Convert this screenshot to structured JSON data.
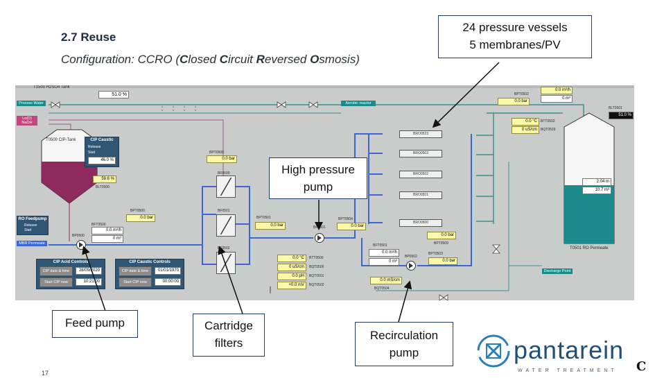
{
  "slide": {
    "title": "2.7 Reuse",
    "subtitle_pre": "Configuration: CCRO (",
    "subtitle_c1": "C",
    "subtitle_w1": "losed ",
    "subtitle_c2": "C",
    "subtitle_w2": "ircuit ",
    "subtitle_r": "R",
    "subtitle_w3": "eversed ",
    "subtitle_o": "O",
    "subtitle_w4": "smosis)",
    "page_number": "17"
  },
  "callouts": {
    "pressure_vessels_line1": "24 pressure vessels",
    "pressure_vessels_line2": "5 membranes/PV",
    "high_pressure_line1": "High pressure",
    "high_pressure_line2": "pump",
    "feed_pump": "Feed pump",
    "cartridge_line1": "Cartridge",
    "cartridge_line2": "filters",
    "recirc_line1": "Recirculation",
    "recirc_line2": "pump"
  },
  "logo": {
    "name": "pantarein",
    "tagline": "WATER TREATMENT",
    "accent_color": "#2b7fb8"
  },
  "scada": {
    "top_tank_label": "T1500 H2SO4 Tank",
    "top_value": "51.0 %",
    "process_water": "Process Water",
    "lye_label": "Lo(D) NaOH",
    "cip_tank": "T0500 CIP-Tank",
    "cip_caustic": "CIP Caustic",
    "release": "Release",
    "start": "Start",
    "cip_caustic_value": "46.0 %",
    "cip_level_value": "59.6 %",
    "cip_level_tag": "BLT0500",
    "ro_feedpump": "RO Feedpump",
    "mbr_permeate": "MBR Permeate",
    "feed_pressure_tag": "BPT0500",
    "feed_pressure": "0.0 bar",
    "feed_flow_tag": "BFT0500",
    "feed_flow": "0.0 m³/h",
    "feed_total": "0 m³",
    "feed_pump_tag": "BP0500",
    "cip_acid_controls": "CIP Acid Controls",
    "cip_caustic_controls": "CIP Caustic Controls",
    "cip_date_time": "CIP date & time",
    "cip_acid_date": "28/09/2020",
    "start_cip_now": "Start CIP now",
    "cip_acid_time": "10:21:00",
    "cip_caustic_date": "01/01/1970",
    "cip_caustic_time": "00:00:00",
    "filter_in_tag": "BPT0508",
    "filter_in_pressure": "0.0 bar",
    "filter_1": "BF0500",
    "filter_2": "BF0501",
    "filter_3": "BF0502",
    "hp_in_tag": "BPT0501",
    "hp_in_pressure": "0.0 bar",
    "hp_pump_tag": "BP0501",
    "hp_out_tag": "BPT0504",
    "hp_out_pressure": "0.0 bar",
    "quality": [
      {
        "value": "0.0 °C",
        "tag": "BTT0500"
      },
      {
        "value": "0 uS/cm",
        "tag": "BQT0500"
      },
      {
        "value": "0.0 pH",
        "tag": "BQT0501"
      },
      {
        "value": "+0.0 mV",
        "tag": "BQT0502"
      }
    ],
    "recirc_flow_tag": "BFT0501",
    "recirc_flow": "0.0 m³/h",
    "recirc_total": "0 m³",
    "recirc_pump_tag": "BP0502",
    "recirc_pressure_tag": "BPT0503",
    "recirc_pressure": "0.0 bar",
    "recirc_cond": "0.0 mS/cm",
    "recirc_cond_tag": "BQT0504",
    "vessels": [
      "BRO0523",
      "BRO0503",
      "BRO0502",
      "BRO0501",
      "BRO0500"
    ],
    "ro_out_pressure": "0.0 bar",
    "ro_out_tag": "BPT0509",
    "perm_pressure_tag": "BPT0502",
    "perm_pressure": "0.0 bar",
    "perm_flow": "0.0 m³/h",
    "perm_total": "0 m³",
    "perm_temp": "0.0 °C",
    "perm_temp_tag": "BTT0502",
    "perm_cond": "0 uS/cm",
    "perm_cond_tag": "BQT0503",
    "permeate_level_tag": "BLT0501",
    "permeate_level": "51.0 %",
    "permeate_height": "2.04 m",
    "permeate_volume": "10.7 m³",
    "permeate_tank": "T0501 RO Permeate",
    "aerobic_reactor": "Aerobic reactor",
    "discharge_point": "Discharge Point"
  }
}
